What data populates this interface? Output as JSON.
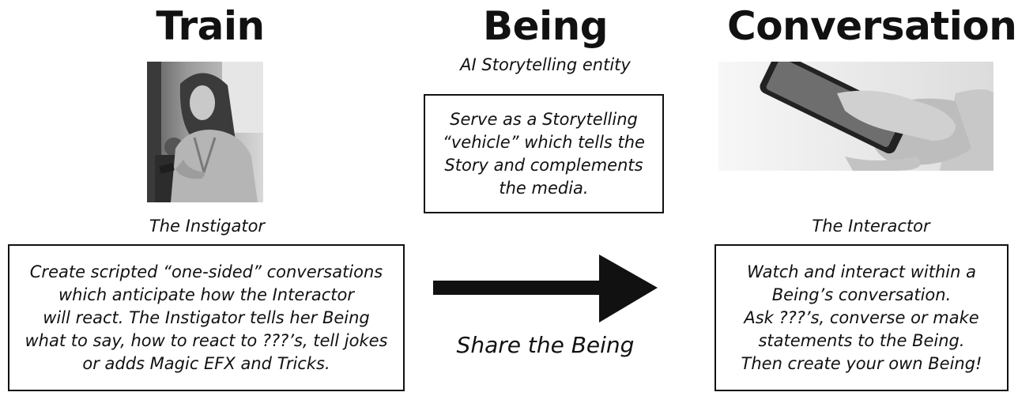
{
  "train": {
    "title": "Train",
    "role": "The Instigator",
    "description_lines": [
      "Create scripted “one-sided” conversations",
      "which anticipate how the Interactor",
      "will react.  The Instigator tells her Being",
      "what to say, how to react to ???’s, tell jokes",
      "or adds Magic EFX and Tricks."
    ],
    "photo_icon": "girl-using-phone-photo"
  },
  "being": {
    "title": "Being",
    "subtitle": "AI Storytelling entity",
    "description_lines": [
      "Serve as a Storytelling",
      "“vehicle” which tells the",
      "Story and  complements",
      "the media."
    ],
    "arrow_label": "Share the Being",
    "arrow_icon": "right-arrow-icon"
  },
  "conversation": {
    "title": "Conversation",
    "role": "The Interactor",
    "description_lines": [
      "Watch and interact within a",
      "Being’s conversation.",
      "Ask ???’s, converse or make",
      "statements to the Being.",
      "Then create your own Being!"
    ],
    "photo_icon": "hands-holding-smartphone-photo"
  },
  "colors": {
    "ink": "#111111",
    "background": "#ffffff"
  }
}
